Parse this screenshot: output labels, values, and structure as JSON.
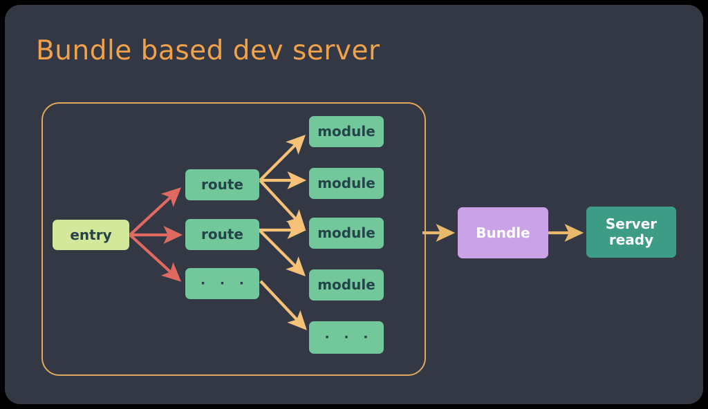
{
  "slide": {
    "title": "Bundle based dev server",
    "background_color": "#343845",
    "frame_color": "#000000",
    "title_color": "#F0A24B"
  },
  "group": {
    "label": "bundling-graph-group",
    "border_color": "#E0A95C"
  },
  "nodes": {
    "entry": {
      "label": "entry",
      "color": "#D3E89A",
      "text_color": "#25444A"
    },
    "route_1": {
      "label": "route",
      "color": "#72C79B",
      "text_color": "#25444A"
    },
    "route_2": {
      "label": "route",
      "color": "#72C79B",
      "text_color": "#25444A"
    },
    "route_more": {
      "label": "· · ·",
      "color": "#72C79B",
      "text_color": "#25444A"
    },
    "module_1": {
      "label": "module",
      "color": "#72C79B",
      "text_color": "#25444A"
    },
    "module_2": {
      "label": "module",
      "color": "#72C79B",
      "text_color": "#25444A"
    },
    "module_3": {
      "label": "module",
      "color": "#72C79B",
      "text_color": "#25444A"
    },
    "module_4": {
      "label": "module",
      "color": "#72C79B",
      "text_color": "#25444A"
    },
    "module_more": {
      "label": "· · ·",
      "color": "#72C79B",
      "text_color": "#25444A"
    },
    "bundle": {
      "label": "Bundle",
      "color": "#C9A2E8",
      "text_color": "#FFFFFF"
    },
    "server_ready": {
      "label_line1": "Server",
      "label_line2": "ready",
      "color": "#3C9C86",
      "text_color": "#FFFFFF"
    }
  },
  "edges": {
    "entry_arrow_color": "#E06A62",
    "route_arrow_color": "#F5C277",
    "pipeline_arrow_color": "#E8B96B"
  }
}
